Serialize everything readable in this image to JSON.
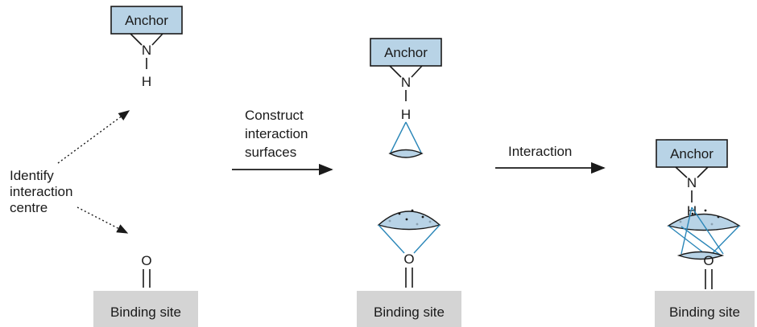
{
  "anchor_label": "Anchor",
  "binding_site_label": "Binding site",
  "atoms": {
    "nitrogen": "N",
    "hydrogen": "H",
    "oxygen": "O"
  },
  "step1": {
    "line1": "Identify",
    "line2": "interaction",
    "line3": "centre"
  },
  "step2": {
    "line1": "Construct",
    "line2": "interaction",
    "line3": "surfaces"
  },
  "step3": {
    "label": "Interaction"
  },
  "colors": {
    "anchor_fill": "#b8d3e6",
    "site_fill": "#d4d4d4",
    "surface_line": "#2a86b8"
  }
}
